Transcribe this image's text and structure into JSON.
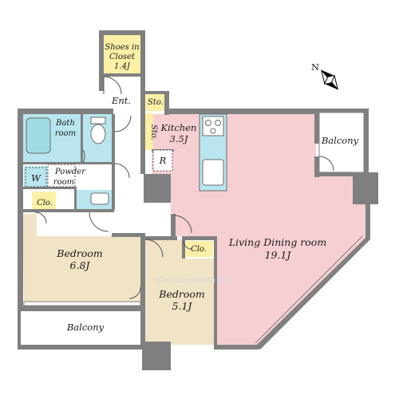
{
  "plan": {
    "rooms": {
      "shoes_closet": {
        "line1": "Shoes in",
        "line2": "Closet",
        "size": "1.4J"
      },
      "entrance": {
        "label": "Ent."
      },
      "storage_1": {
        "label": "Sto."
      },
      "storage_2": {
        "label": "Sto."
      },
      "bathroom": {
        "line1": "Bath",
        "line2": "room"
      },
      "kitchen": {
        "label": "Kitchen",
        "size": "3.5J"
      },
      "refrigerator": {
        "label": "R"
      },
      "washer": {
        "label": "W"
      },
      "powder_room": {
        "line1": "Powder",
        "line2": "room"
      },
      "closet_1": {
        "label": "Clo."
      },
      "closet_2": {
        "label": "Clo."
      },
      "bedroom_1": {
        "label": "Bedroom",
        "size": "6.8J"
      },
      "bedroom_2": {
        "label": "Bedroom",
        "size": "5.1J"
      },
      "living": {
        "label": "Living Dining room",
        "size": "19.1J"
      },
      "balcony_east": {
        "label": "Balcony"
      },
      "balcony_south": {
        "label": "Balcony"
      }
    },
    "compass": {
      "label": "N"
    },
    "watermark": "Ken Corporation Ltd.",
    "colors": {
      "wall": "#808080",
      "column": "#7f7f7f",
      "living_floor": "#f6cfd2",
      "bedroom_floor": "#f1e3c6",
      "closet_floor": "#fbf0a6",
      "wet_area": "#b9e6ee",
      "fixture": "#9fdde6"
    }
  }
}
